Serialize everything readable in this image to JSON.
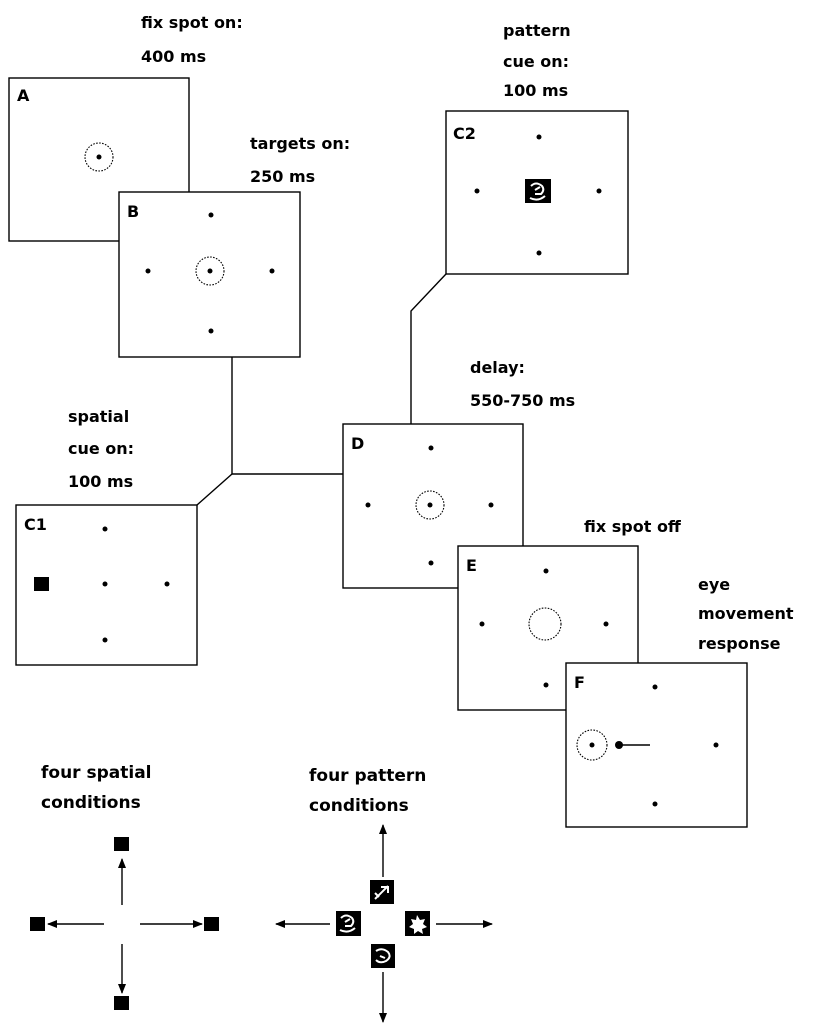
{
  "labels": {
    "fix_on_1": "fix spot on:",
    "fix_on_2": "400 ms",
    "targets_1": "targets on:",
    "targets_2": "250 ms",
    "pattern_1": "pattern",
    "pattern_2": "cue on:",
    "pattern_3": "100 ms",
    "delay_1": "delay:",
    "delay_2": "550-750 ms",
    "spatial_1": "spatial",
    "spatial_2": "cue on:",
    "spatial_3": "100 ms",
    "fix_off": "fix spot off",
    "eye_1": "eye",
    "eye_2": "movement",
    "eye_3": "response",
    "four_spatial_1": "four spatial",
    "four_spatial_2": "conditions",
    "four_pattern_1": "four pattern",
    "four_pattern_2": "conditions"
  },
  "panels": {
    "A": "A",
    "B": "B",
    "C1": "C1",
    "C2": "C2",
    "D": "D",
    "E": "E",
    "F": "F"
  }
}
